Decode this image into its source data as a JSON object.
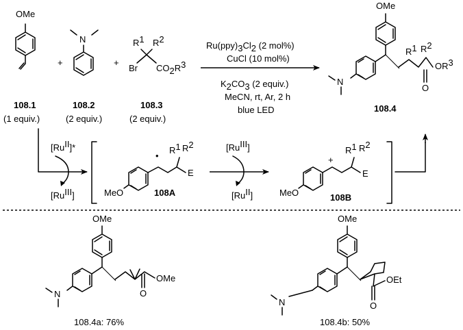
{
  "reactants": {
    "r1": {
      "group": "OMe",
      "id": "108.1",
      "amount": "(1 equiv.)"
    },
    "plus_1": "+",
    "r2": {
      "id": "108.2",
      "amount": "(2 equiv.)"
    },
    "plus_2": "+",
    "r3": {
      "br": "Br",
      "r1": "R",
      "r1_sup": "1",
      "r2": "R",
      "r2_sup": "2",
      "ester": "CO",
      "ester_sub": "2",
      "ester_r": "R",
      "ester_sup": "3",
      "id": "108.3",
      "amount": "(2 equiv.)"
    }
  },
  "conditions": {
    "catalyst": "Ru(ppy)",
    "catalyst_sub": "3",
    "catalyst_rest": "Cl",
    "catalyst_sub2": "2",
    "catalyst_load": " (2 mol%)",
    "cocatalyst": "CuCl (10 mol%)",
    "base": "K",
    "base_sub": "2",
    "base_mid": "CO",
    "base_sub2": "3",
    "base_rest": " (2 equiv.)",
    "solvent": "MeCN, rt, Ar, 2 h",
    "light": "blue LED"
  },
  "product": {
    "ome": "OMe",
    "r1": "R",
    "r1_sup": "1",
    "r2": "R",
    "r2_sup": "2",
    "ester_o": "OR",
    "ester_sup": "3",
    "carbonyl_o": "O",
    "id": "108.4"
  },
  "mechanism": {
    "ru_excited": "[Ru",
    "ru_excited_sup": "II",
    "ru_excited_tail": "]*",
    "ru3_out": "[Ru",
    "ru3_out_sup": "III",
    "ru3_out_tail": "]",
    "ru3_in": "[Ru",
    "ru3_in_sup": "III",
    "ru3_in_tail": "]",
    "ru2_out": "[Ru",
    "ru2_out_sup": "II",
    "ru2_out_tail": "]",
    "intA": {
      "meo": "MeO",
      "radical": "•",
      "r1": "R",
      "r1_sup": "1",
      "r2": "R",
      "r2_sup": "2",
      "e": "E",
      "id": "108A"
    },
    "intB": {
      "meo": "MeO",
      "cation": "+",
      "r1": "R",
      "r1_sup": "1",
      "r2": "R",
      "r2_sup": "2",
      "e": "E",
      "id": "108B"
    }
  },
  "examples": [
    {
      "ome": "OMe",
      "ester": "OMe",
      "carbonyl_o": "O",
      "id": "108.4a",
      "yield": ": 76%"
    },
    {
      "ome": "OMe",
      "ester": "OEt",
      "carbonyl_o": "O",
      "id": "108.4b",
      "yield": ": 50%"
    }
  ]
}
